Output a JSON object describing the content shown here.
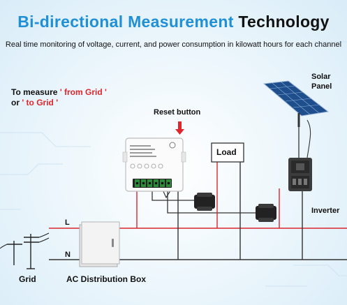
{
  "title": {
    "part1": "Bi-directional Measurement",
    "part2": "Technology"
  },
  "subtitle": "Real time monitoring of voltage, current, and power consumption in kilowatt hours for each channel",
  "measure": {
    "line1_prefix": "To measure",
    "from_grid": "' from Grid '",
    "line2_prefix": "or",
    "to_grid": "' to Grid '"
  },
  "labels": {
    "reset_button": "Reset button",
    "solar_panel": "Solar Panel",
    "load": "Load",
    "inverter": "Inverter",
    "line_l": "L",
    "line_n": "N",
    "grid": "Grid",
    "ac_box": "AC Distribution Box"
  },
  "colors": {
    "title_blue": "#1f8fd6",
    "accent_red": "#e0252b",
    "wire_live": "#d9262c",
    "wire_neutral": "#333333"
  }
}
